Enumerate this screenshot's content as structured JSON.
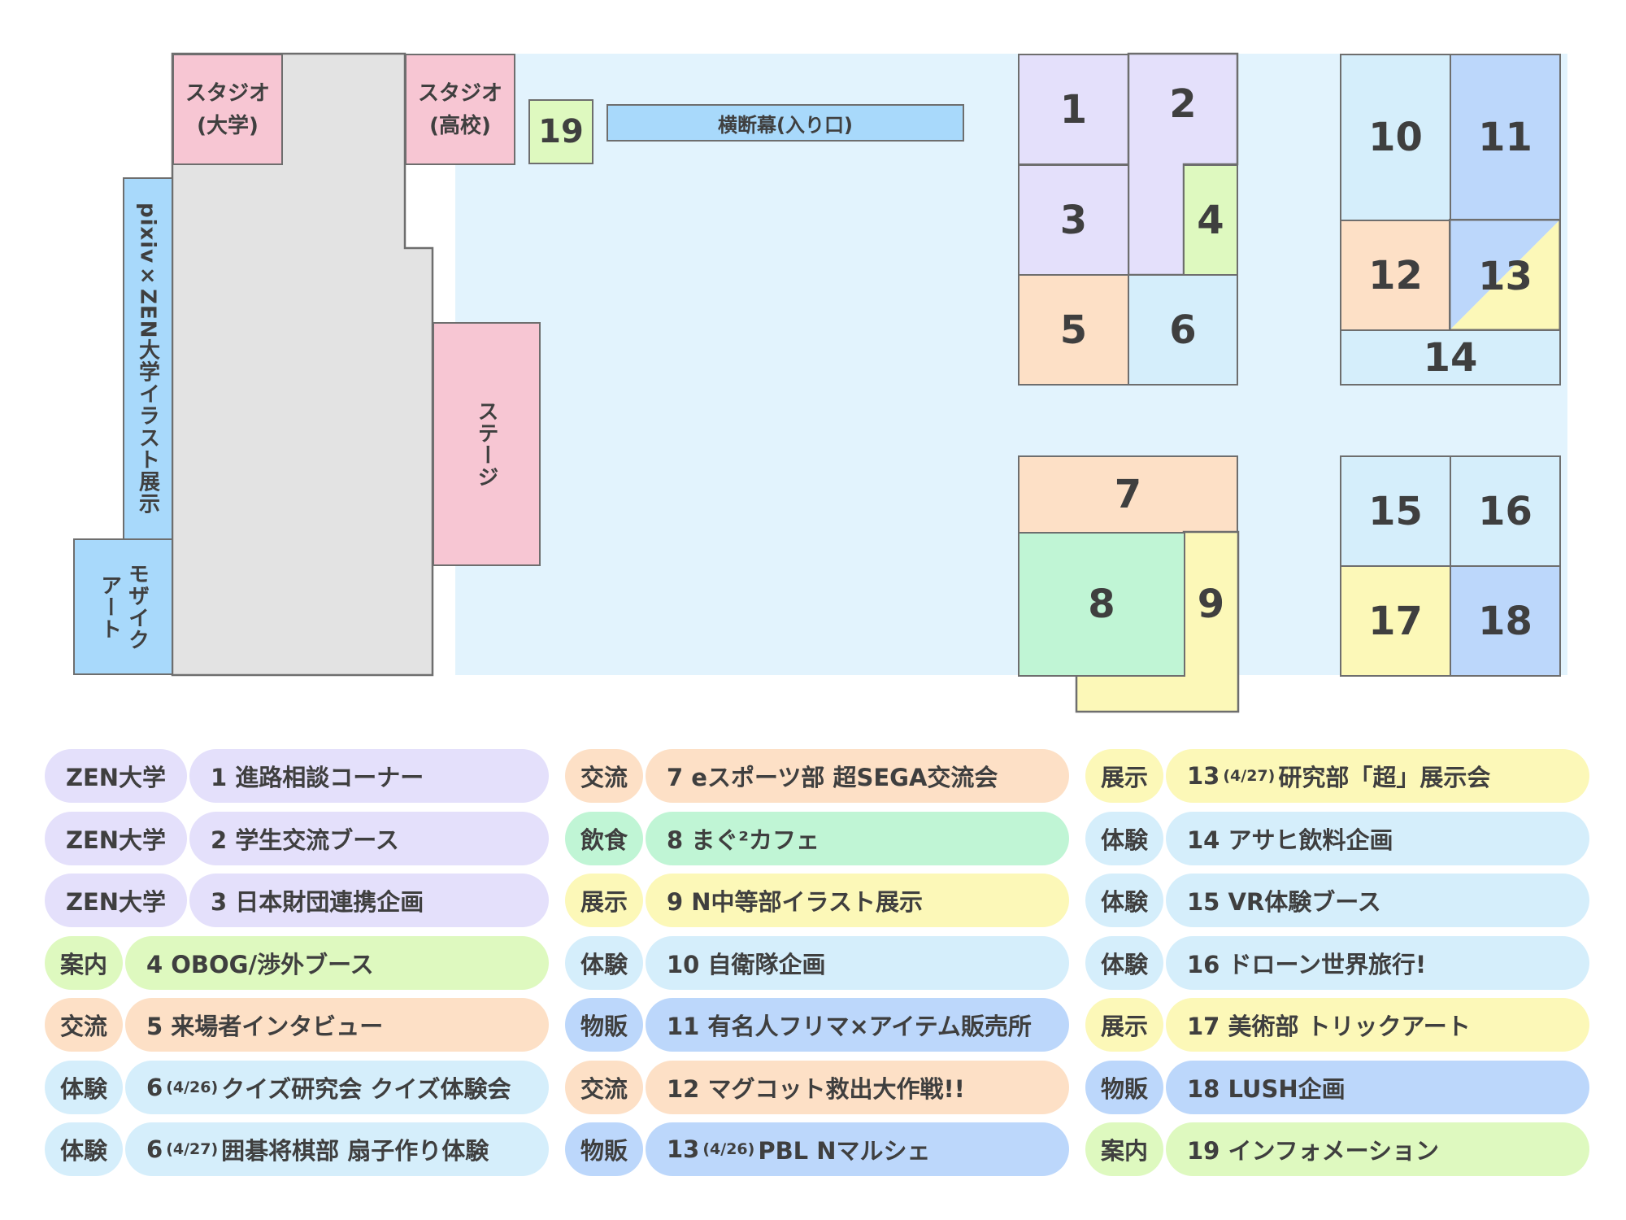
{
  "colors": {
    "floor": "#e2f3fd",
    "building": "#e3e3e3",
    "purple": "#e4e0fb",
    "green": "#def9bf",
    "orange": "#fde0c6",
    "lightblue": "#d5eefb",
    "blue": "#bcd7fb",
    "mint": "#c0f5d5",
    "yellow": "#fcf8b8",
    "pink": "#f7c6d3",
    "skyblue": "#a8d9fb"
  },
  "map": {
    "studio_univ": "スタジオ\n(大学)",
    "studio_high": "スタジオ\n(高校)",
    "info_booth": "19",
    "banner": "横断幕(入り口)",
    "pixiv": "pixiv×ZEN大学イラスト展示",
    "mosaic": "モザイク\nアート",
    "stage": "ステージ",
    "booths": [
      "1",
      "2",
      "3",
      "4",
      "5",
      "6",
      "7",
      "8",
      "9",
      "10",
      "11",
      "12",
      "13",
      "14",
      "15",
      "16",
      "17",
      "18"
    ]
  },
  "legend": [
    [
      {
        "cat": "ZEN大学",
        "label": "1 進路相談コーナー",
        "color": "purple",
        "sup": ""
      },
      {
        "cat": "ZEN大学",
        "label": "2 学生交流ブース",
        "color": "purple",
        "sup": ""
      },
      {
        "cat": "ZEN大学",
        "label": "3 日本財団連携企画",
        "color": "purple",
        "sup": ""
      },
      {
        "cat": "案内",
        "label": "4 OBOG/渉外ブース",
        "color": "green",
        "sup": ""
      },
      {
        "cat": "交流",
        "label": "5 来場者インタビュー",
        "color": "orange",
        "sup": ""
      },
      {
        "cat": "体験",
        "label": "6",
        "sup": "(4/26)",
        "rest": "クイズ研究会 クイズ体験会",
        "color": "lightblue"
      },
      {
        "cat": "体験",
        "label": "6",
        "sup": "(4/27)",
        "rest": "囲碁将棋部 扇子作り体験",
        "color": "lightblue"
      }
    ],
    [
      {
        "cat": "交流",
        "label": "7 eスポーツ部 超SEGA交流会",
        "color": "orange",
        "sup": ""
      },
      {
        "cat": "飲食",
        "label": "8 まぐ²カフェ",
        "color": "mint",
        "sup": ""
      },
      {
        "cat": "展示",
        "label": "9 N中等部イラスト展示",
        "color": "yellow",
        "sup": ""
      },
      {
        "cat": "体験",
        "label": "10 自衛隊企画",
        "color": "lightblue",
        "sup": ""
      },
      {
        "cat": "物販",
        "label": "11 有名人フリマ×アイテム販売所",
        "color": "blue",
        "sup": ""
      },
      {
        "cat": "交流",
        "label": "12 マグコット救出大作戦!!",
        "color": "orange",
        "sup": ""
      },
      {
        "cat": "物販",
        "label": "13",
        "sup": "(4/26)",
        "rest": "PBL Nマルシェ",
        "color": "blue"
      }
    ],
    [
      {
        "cat": "展示",
        "label": "13",
        "sup": "(4/27)",
        "rest": "研究部「超」展示会",
        "color": "yellow"
      },
      {
        "cat": "体験",
        "label": "14 アサヒ飲料企画",
        "color": "lightblue",
        "sup": ""
      },
      {
        "cat": "体験",
        "label": "15 VR体験ブース",
        "color": "lightblue",
        "sup": ""
      },
      {
        "cat": "体験",
        "label": "16 ドローン世界旅行!",
        "color": "lightblue",
        "sup": ""
      },
      {
        "cat": "展示",
        "label": "17 美術部 トリックアート",
        "color": "yellow",
        "sup": ""
      },
      {
        "cat": "物販",
        "label": "18 LUSH企画",
        "color": "blue",
        "sup": ""
      },
      {
        "cat": "案内",
        "label": "19 インフォメーション",
        "color": "green",
        "sup": ""
      }
    ]
  ]
}
